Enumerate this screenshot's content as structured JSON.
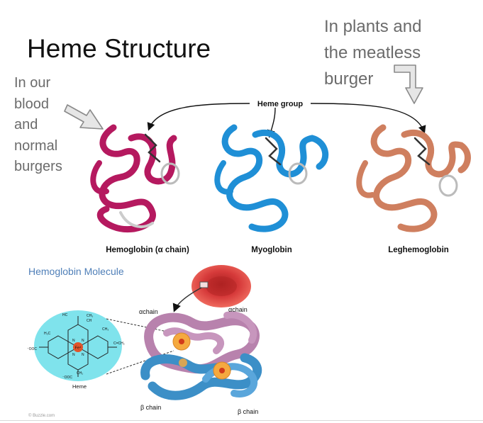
{
  "slide": {
    "title": "Heme Structure",
    "left_note": [
      "In our",
      "blood",
      "and",
      "normal",
      "burgers"
    ],
    "right_note": [
      "In plants and",
      "the meatless",
      "burger"
    ]
  },
  "proteins_figure": {
    "heme_group_label": "Heme group",
    "labels": {
      "hemoglobin": "Hemoglobin (α chain)",
      "myoglobin": "Myoglobin",
      "leghemoglobin": "Leghemoglobin"
    }
  },
  "hemoglobin_figure": {
    "title": "Hemoglobin Molecule",
    "alpha_chain": "αchain",
    "beta_chain": "β chain",
    "heme_label": "Heme",
    "watermark": "© Buzzle.com",
    "chem": {
      "fe": "Fe⁴",
      "n": "N",
      "ch3": "CH₃",
      "ch": "CH",
      "hc": "HC",
      "h3c": "H₃C",
      "c": "C",
      "c_ch2": "C=CH₂",
      "ooc": "⁻OOC",
      "ch2": "CH₂"
    }
  },
  "colors": {
    "hemoglobin": "#b5195f",
    "myoglobin": "#1f8fd6",
    "leghemoglobin": "#cf7f5f",
    "alpha_subunit": "#b882ad",
    "beta_subunit": "#3c8fc7",
    "heme_disc": "#f5a93f",
    "heme_spot": "#7fe3ec",
    "rbc": "#d63a3a",
    "arrow_fill": "#e6e6e6",
    "text_gray": "#6b6b6b",
    "fig_title": "#4f7fb8"
  },
  "icons": [
    "arrow-right-down-icon",
    "arrow-down-icon"
  ]
}
